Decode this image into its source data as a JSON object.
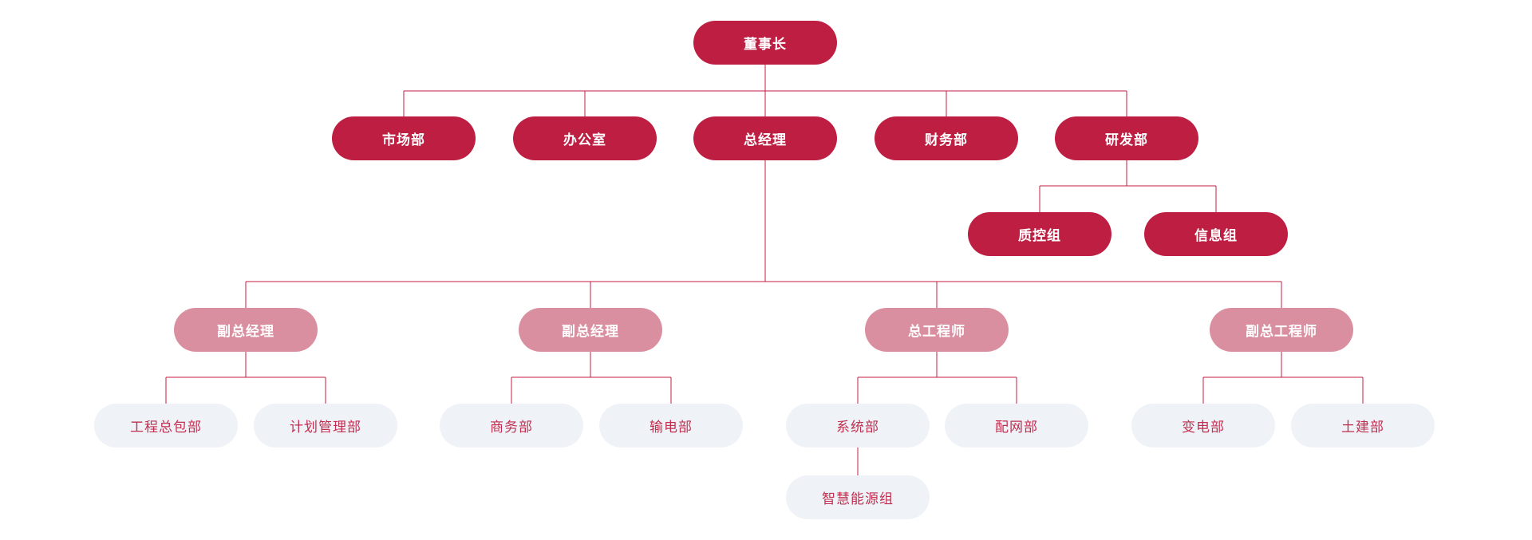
{
  "diagram": {
    "type": "org-chart",
    "background": "#ffffff",
    "colors": {
      "level_primary_bg": "#be1e42",
      "level_primary_text": "#ffffff",
      "level_secondary_bg": "#d98f9f",
      "level_secondary_text": "#ffffff",
      "level_tertiary_bg": "#eff3f7",
      "level_tertiary_text": "#c22f50",
      "connector_line": "#c41e42"
    },
    "nodes": {
      "chairman": {
        "label": "董事长",
        "style": "primary"
      },
      "marketing": {
        "label": "市场部",
        "style": "primary"
      },
      "office": {
        "label": "办公室",
        "style": "primary"
      },
      "general_manager": {
        "label": "总经理",
        "style": "primary"
      },
      "finance": {
        "label": "财务部",
        "style": "primary"
      },
      "rnd": {
        "label": "研发部",
        "style": "primary"
      },
      "quality_control": {
        "label": "质控组",
        "style": "primary"
      },
      "information": {
        "label": "信息组",
        "style": "primary"
      },
      "deputy_gm_1": {
        "label": "副总经理",
        "style": "secondary"
      },
      "deputy_gm_2": {
        "label": "副总经理",
        "style": "secondary"
      },
      "chief_engineer": {
        "label": "总工程师",
        "style": "secondary"
      },
      "deputy_chief_engineer": {
        "label": "副总工程师",
        "style": "secondary"
      },
      "epc": {
        "label": "工程总包部",
        "style": "tertiary"
      },
      "planning": {
        "label": "计划管理部",
        "style": "tertiary"
      },
      "commerce": {
        "label": "商务部",
        "style": "tertiary"
      },
      "transmission": {
        "label": "输电部",
        "style": "tertiary"
      },
      "systems": {
        "label": "系统部",
        "style": "tertiary"
      },
      "distribution": {
        "label": "配网部",
        "style": "tertiary"
      },
      "substation": {
        "label": "变电部",
        "style": "tertiary"
      },
      "civil": {
        "label": "土建部",
        "style": "tertiary"
      },
      "smart_energy": {
        "label": "智慧能源组",
        "style": "tertiary"
      }
    },
    "hierarchy": {
      "chairman": [
        "marketing",
        "office",
        "general_manager",
        "finance",
        "rnd"
      ],
      "rnd": [
        "quality_control",
        "information"
      ],
      "general_manager": [
        "deputy_gm_1",
        "deputy_gm_2",
        "chief_engineer",
        "deputy_chief_engineer"
      ],
      "deputy_gm_1": [
        "epc",
        "planning"
      ],
      "deputy_gm_2": [
        "commerce",
        "transmission"
      ],
      "chief_engineer": [
        "systems",
        "distribution"
      ],
      "deputy_chief_engineer": [
        "substation",
        "civil"
      ],
      "systems": [
        "smart_energy"
      ]
    }
  }
}
